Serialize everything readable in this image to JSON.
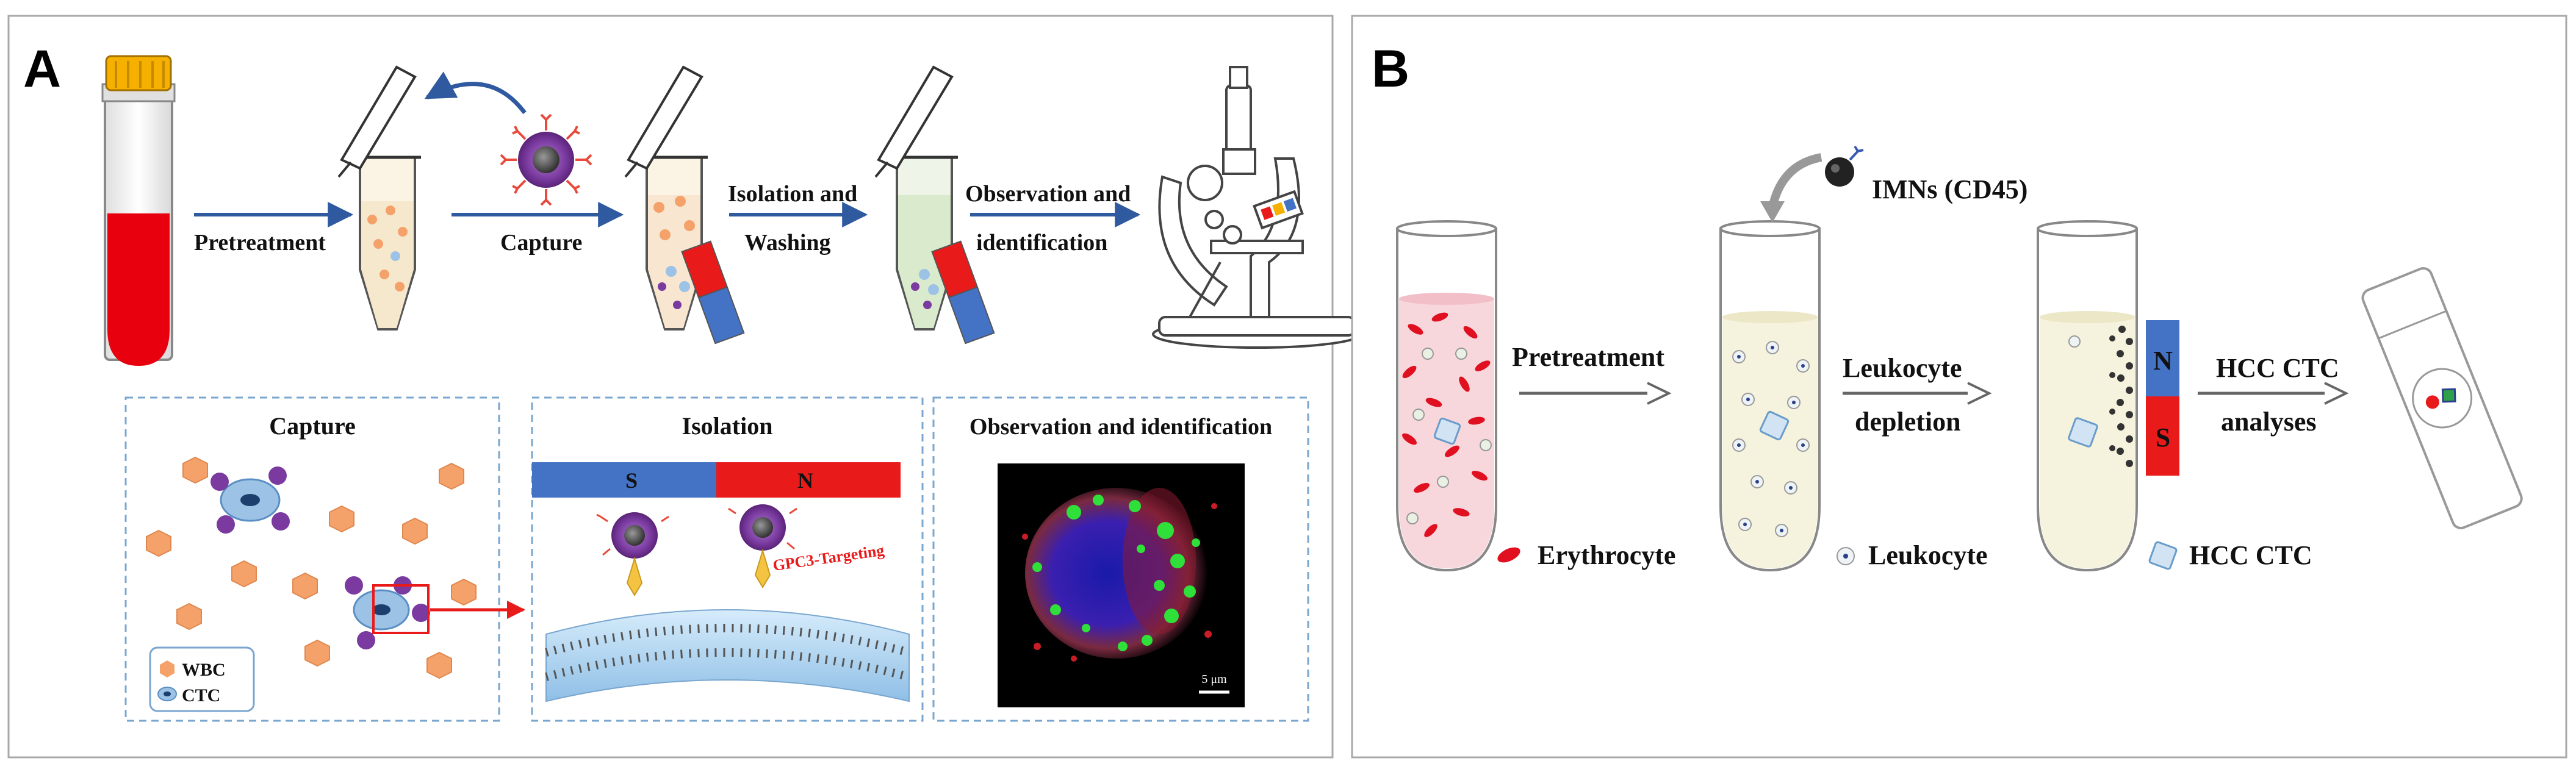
{
  "panel_a": {
    "letter": "A",
    "steps": {
      "pretreatment": "Pretreatment",
      "capture": "Capture",
      "isolation_line1": "Isolation and",
      "isolation_line2": "Washing",
      "observation_line1": "Observation and",
      "observation_line2": "identification"
    },
    "insets": {
      "capture": {
        "title": "Capture",
        "legend": {
          "wbc": "WBC",
          "ctc": "CTC"
        }
      },
      "isolation": {
        "title": "Isolation",
        "magnet_s": "S",
        "magnet_n": "N",
        "targeting": "GPC3-Targeting"
      },
      "observation": {
        "title": "Observation and identification",
        "scale_bar": "5 μm"
      }
    }
  },
  "panel_b": {
    "letter": "B",
    "imns_label": "IMNs (CD45)",
    "steps": {
      "pretreatment": "Pretreatment",
      "leukocyte_line1": "Leukocyte",
      "leukocyte_line2": "depletion",
      "hcc_line1": "HCC CTC",
      "hcc_line2": "analyses"
    },
    "magnet_n": "N",
    "magnet_s": "S",
    "legend": {
      "erythrocyte": "Erythrocyte",
      "leukocyte": "Leukocyte",
      "hcc_ctc": "HCC CTC"
    }
  },
  "colors": {
    "blood_red": "#e8000f",
    "tube_cap": "#f5b000",
    "magnet_red": "#e81a1a",
    "magnet_blue": "#4472c4",
    "arrow_blue": "#2f5aa0",
    "inset_border": "#7aa6cf",
    "wbc_orange": "#f4a26a",
    "ctc_blue": "#9cc3e6",
    "bead_purple": "#7a3aa0",
    "antibody_red": "#e84b3c"
  }
}
